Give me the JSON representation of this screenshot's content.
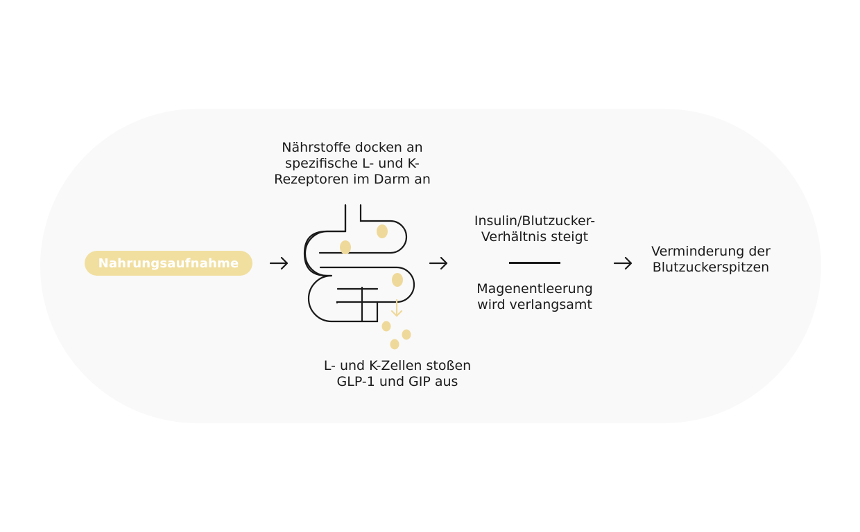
{
  "diagram": {
    "start_label": "Nahrungsaufnahme",
    "top_label": {
      "line1": "Nährstoffe docken an",
      "line2": "spezifische L- und K-",
      "line3": "Rezeptoren im Darm an"
    },
    "bottom_label": {
      "line1": "L- und K-Zellen stoßen",
      "line2": "GLP-1 und GIP aus"
    },
    "effect_top": {
      "line1": "Insulin/Blutzucker-",
      "line2": "Verhältnis steigt"
    },
    "effect_bottom": {
      "line1": "Magenentleerung",
      "line2": "wird verlangsamt"
    },
    "result": {
      "line1": "Verminderung der",
      "line2": "Blutzuckerspitzen"
    },
    "icons": [
      "intestine-icon",
      "arrow-right-icon",
      "arrow-down-icon"
    ],
    "colors": {
      "accent": "#f1dfa0",
      "dot": "#efd99a",
      "panel": "#f9f9f9",
      "line": "#1a1a1a"
    }
  }
}
